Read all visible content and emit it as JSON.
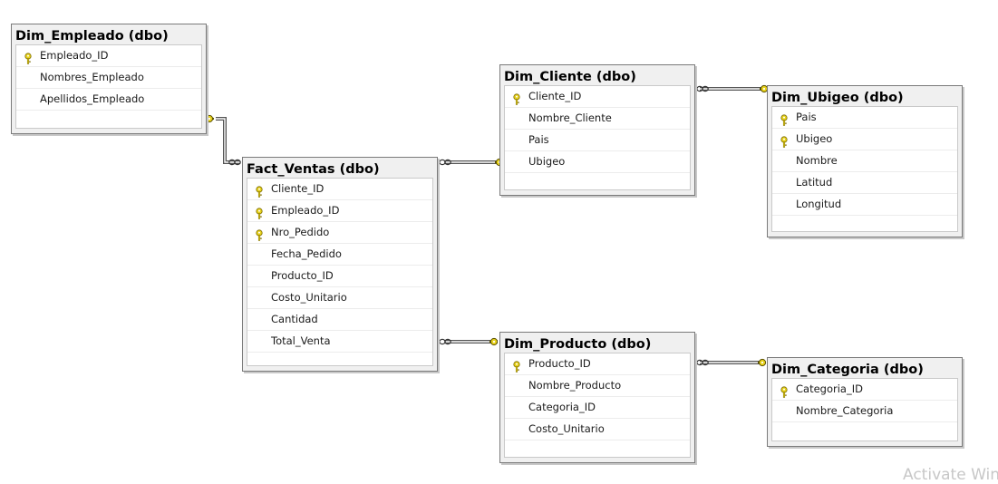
{
  "tables": [
    {
      "id": "dim_empleado",
      "title": "Dim_Empleado (dbo)",
      "columns": [
        {
          "name": "Empleado_ID",
          "pk": true
        },
        {
          "name": "Nombres_Empleado",
          "pk": false
        },
        {
          "name": "Apellidos_Empleado",
          "pk": false
        }
      ]
    },
    {
      "id": "fact_ventas",
      "title": "Fact_Ventas (dbo)",
      "columns": [
        {
          "name": "Cliente_ID",
          "pk": true
        },
        {
          "name": "Empleado_ID",
          "pk": true
        },
        {
          "name": "Nro_Pedido",
          "pk": true
        },
        {
          "name": "Fecha_Pedido",
          "pk": false
        },
        {
          "name": "Producto_ID",
          "pk": false
        },
        {
          "name": "Costo_Unitario",
          "pk": false
        },
        {
          "name": "Cantidad",
          "pk": false
        },
        {
          "name": "Total_Venta",
          "pk": false
        }
      ]
    },
    {
      "id": "dim_cliente",
      "title": "Dim_Cliente (dbo)",
      "columns": [
        {
          "name": "Cliente_ID",
          "pk": true
        },
        {
          "name": "Nombre_Cliente",
          "pk": false
        },
        {
          "name": "Pais",
          "pk": false
        },
        {
          "name": "Ubigeo",
          "pk": false
        }
      ]
    },
    {
      "id": "dim_ubigeo",
      "title": "Dim_Ubigeo (dbo)",
      "columns": [
        {
          "name": "Pais",
          "pk": true
        },
        {
          "name": "Ubigeo",
          "pk": true
        },
        {
          "name": "Nombre",
          "pk": false
        },
        {
          "name": "Latitud",
          "pk": false
        },
        {
          "name": "Longitud",
          "pk": false
        }
      ]
    },
    {
      "id": "dim_producto",
      "title": "Dim_Producto (dbo)",
      "columns": [
        {
          "name": "Producto_ID",
          "pk": true
        },
        {
          "name": "Nombre_Producto",
          "pk": false
        },
        {
          "name": "Categoria_ID",
          "pk": false
        },
        {
          "name": "Costo_Unitario",
          "pk": false
        }
      ]
    },
    {
      "id": "dim_categoria",
      "title": "Dim_Categoria (dbo)",
      "columns": [
        {
          "name": "Categoria_ID",
          "pk": true
        },
        {
          "name": "Nombre_Categoria",
          "pk": false
        }
      ]
    }
  ],
  "relationships": [
    {
      "from": "dim_empleado",
      "to": "fact_ventas"
    },
    {
      "from": "dim_cliente",
      "to": "fact_ventas"
    },
    {
      "from": "dim_ubigeo",
      "to": "dim_cliente"
    },
    {
      "from": "dim_producto",
      "to": "fact_ventas"
    },
    {
      "from": "dim_categoria",
      "to": "dim_producto"
    }
  ],
  "watermark": "Activate Win",
  "colors": {
    "key": "#e8d21a",
    "line": "#555555"
  }
}
